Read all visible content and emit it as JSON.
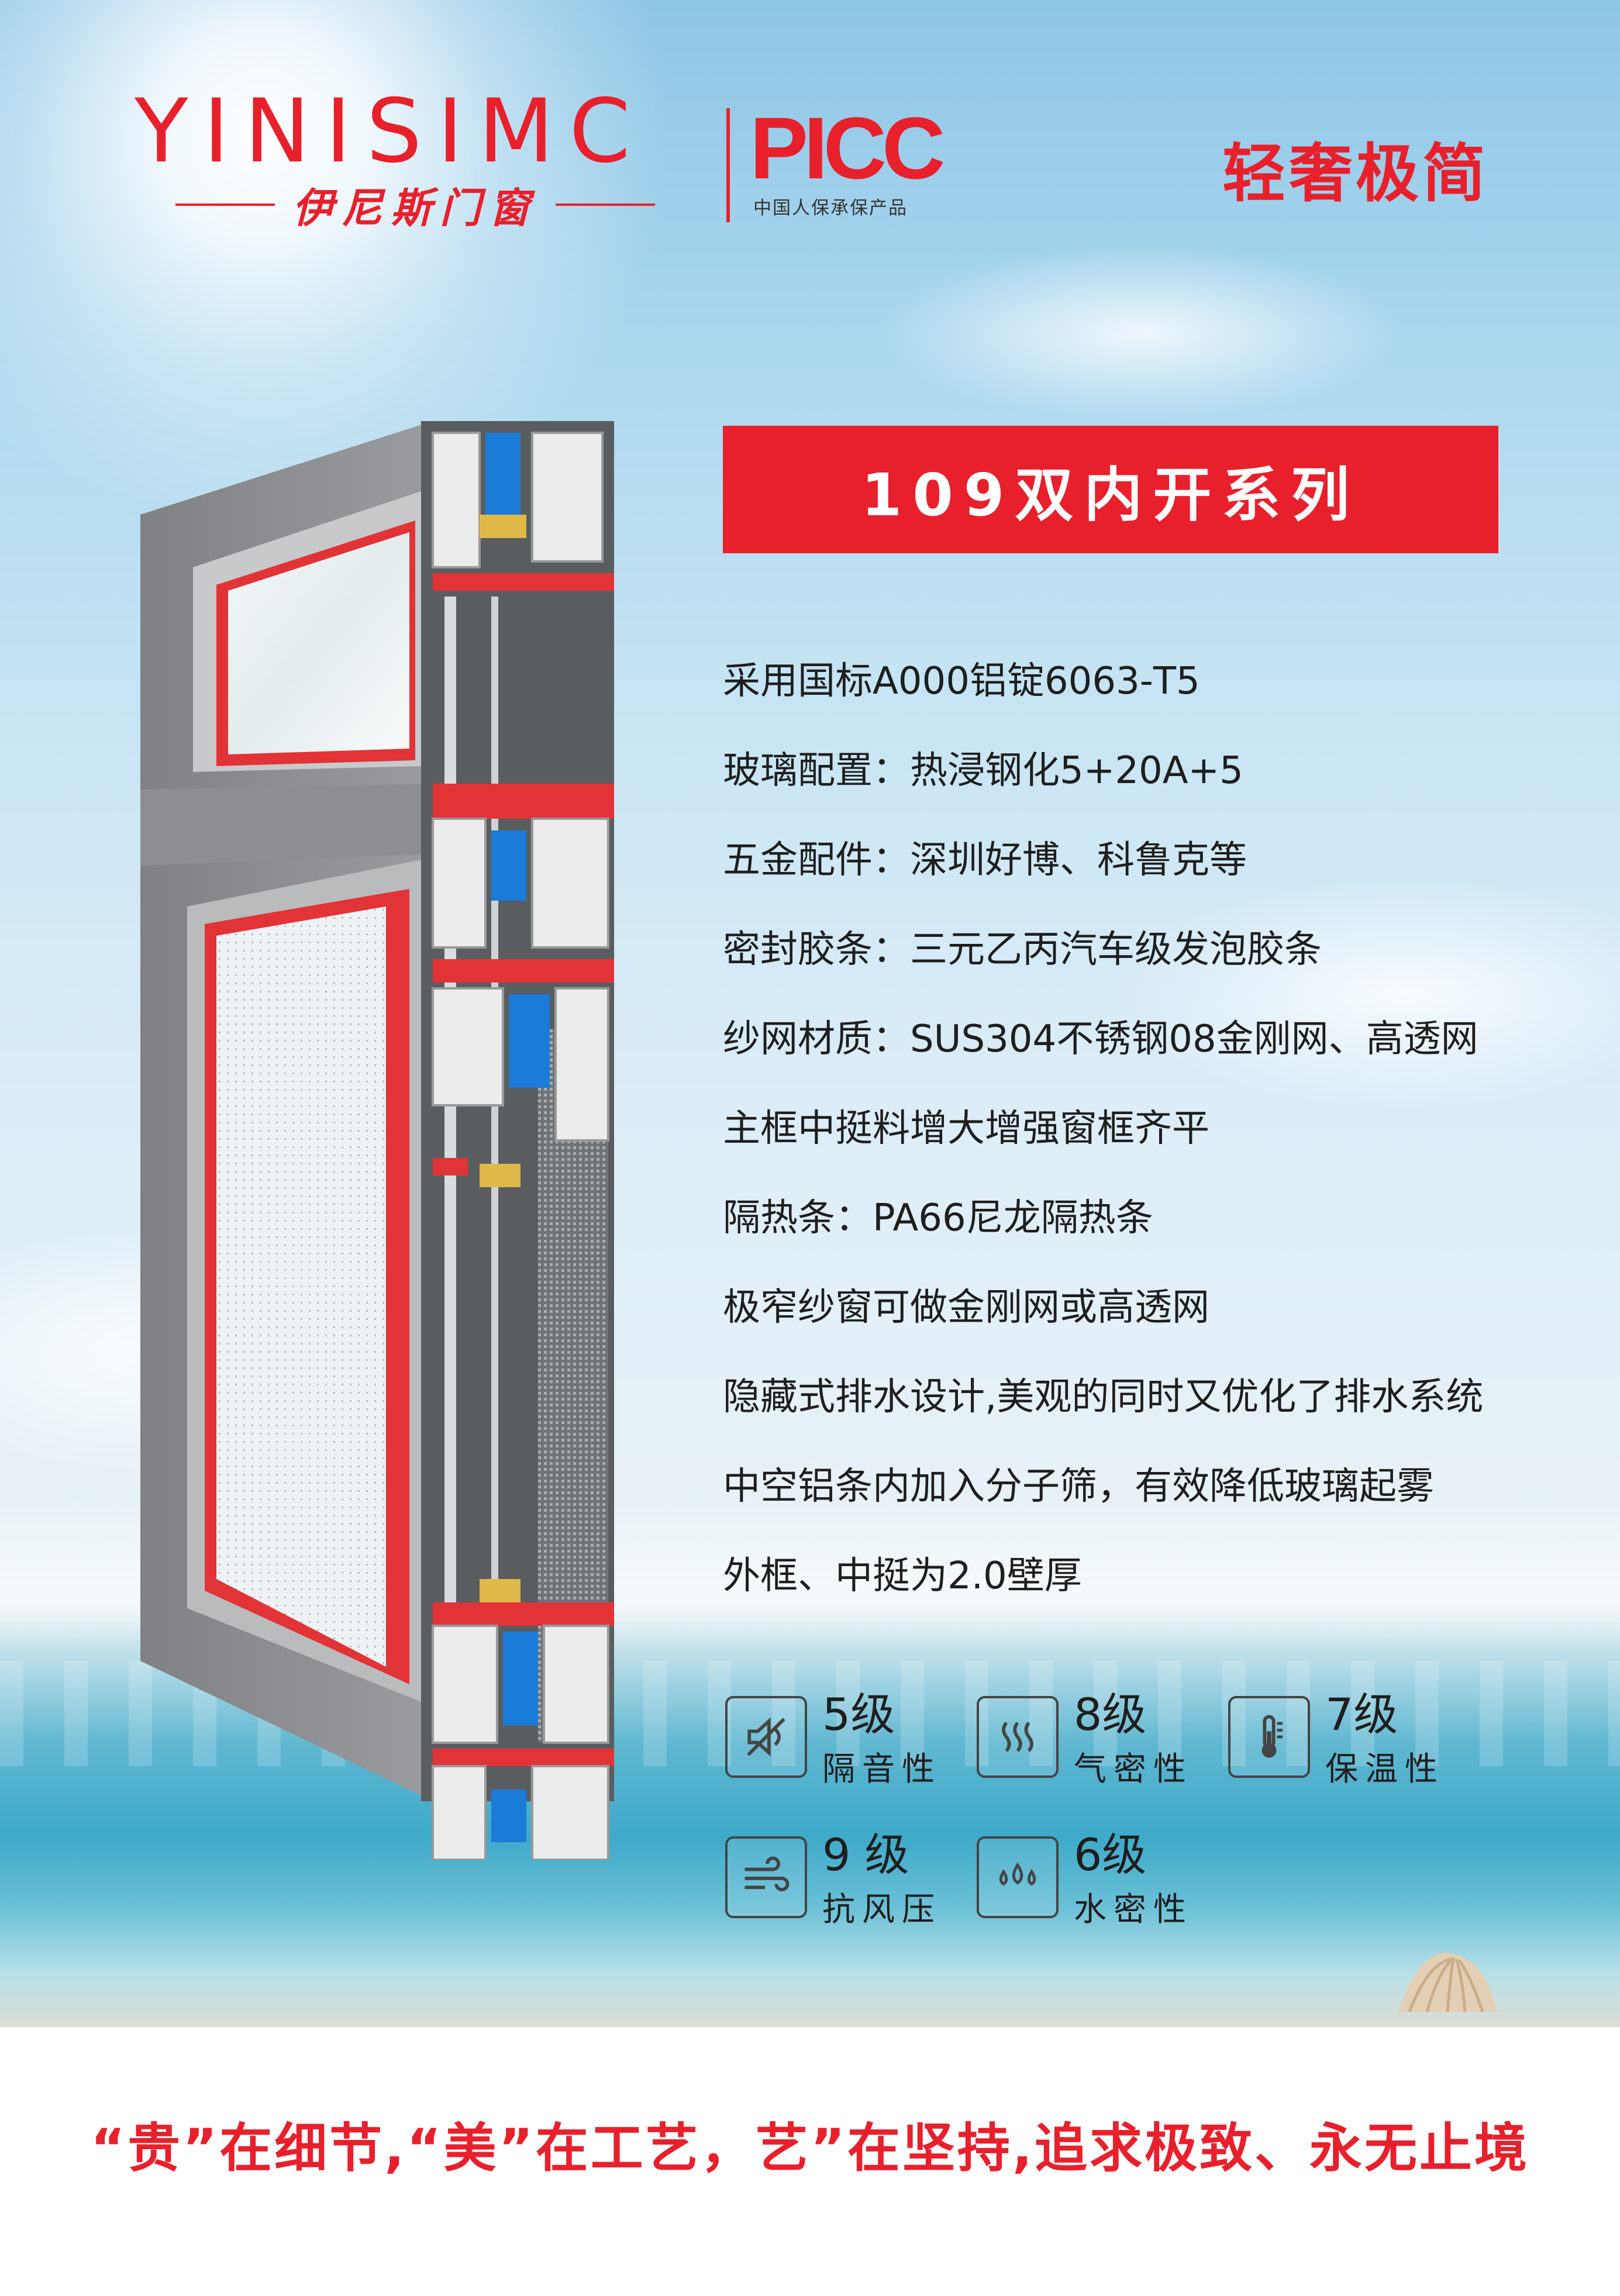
{
  "header": {
    "brand_wordmark": "YINISIMC",
    "brand_subtitle": "伊尼斯门窗",
    "partner_logo": "PICC",
    "partner_caption": "中国人保承保产品",
    "tagline": "轻奢极简"
  },
  "series_title": "109双内开系列",
  "features": [
    "采用国标A000铝锭6063-T5",
    "玻璃配置：热浸钢化5+20A+5",
    "五金配件：深圳好博、科鲁克等",
    "密封胶条：三元乙丙汽车级发泡胶条",
    "纱网材质：SUS304不锈钢08金刚网、高透网",
    "主框中挺料增大增强窗框齐平",
    "隔热条：PA66尼龙隔热条",
    "极窄纱窗可做金刚网或高透网",
    "隐藏式排水设计,美观的同时又优化了排水系统",
    "中空铝条内加入分子筛，有效降低玻璃起雾",
    "外框、中挺为2.0壁厚"
  ],
  "ratings": [
    {
      "level": "5级",
      "label": "隔音性",
      "icon": "mute-icon"
    },
    {
      "level": "8级",
      "label": "气密性",
      "icon": "air-waves-icon"
    },
    {
      "level": "7级",
      "label": "保温性",
      "icon": "thermometer-icon"
    },
    {
      "level": "9 级",
      "label": "抗风压",
      "icon": "wind-icon"
    },
    {
      "level": "6级",
      "label": "水密性",
      "icon": "water-drops-icon"
    }
  ],
  "slogan": "“贵”在细节,“美”在工艺，艺”在坚持,追求极致、永无止境",
  "colors": {
    "brand_red": "#e8202c",
    "text_dark": "#1e1e1e",
    "profile_gray": "#8a8c8f"
  }
}
